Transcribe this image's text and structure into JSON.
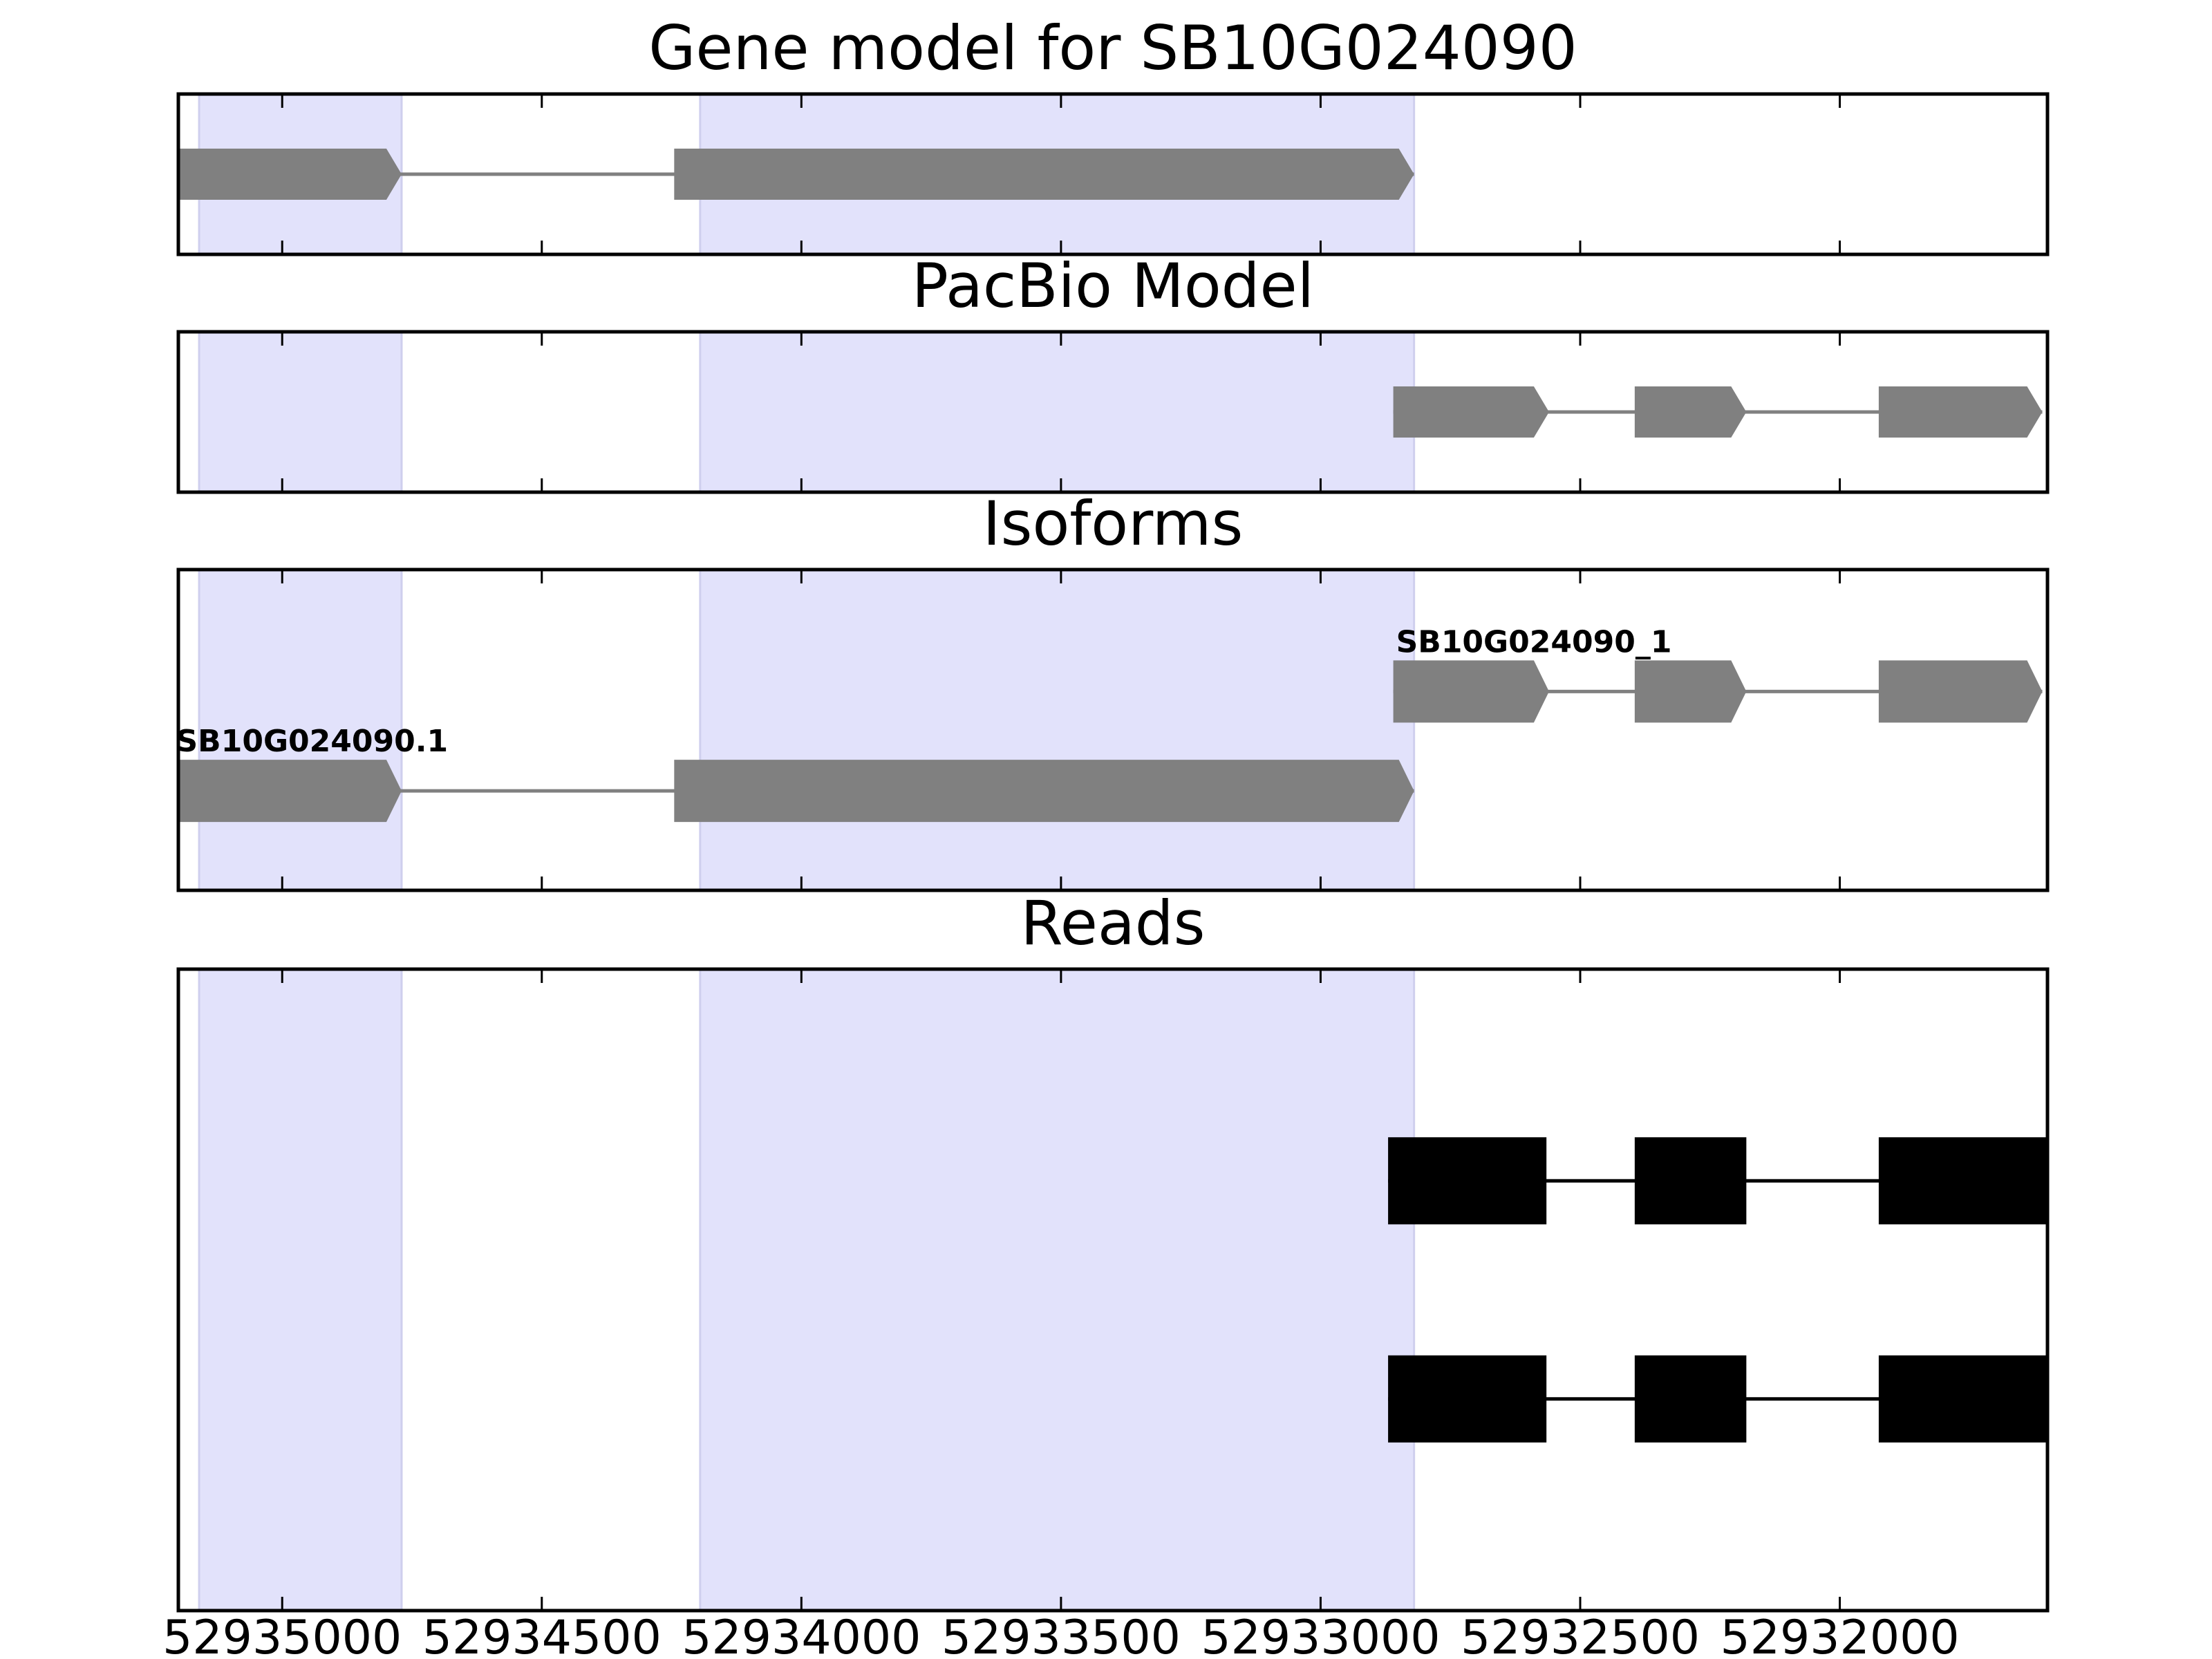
{
  "colors": {
    "highlight": "#e2e2fb",
    "highlight_edge": "#cfcfee",
    "model_feature": "#808080",
    "read_feature": "#000000",
    "frame": "#000000"
  },
  "chart_data": {
    "type": "gene-track",
    "x_axis": {
      "range": [
        52935200,
        52931600
      ],
      "reversed": true,
      "ticks": [
        52935000,
        52934500,
        52934000,
        52933500,
        52933000,
        52932500,
        52932000
      ],
      "tick_labels": [
        "52935000",
        "52934500",
        "52934000",
        "52933500",
        "52933000",
        "52932500",
        "52932000"
      ]
    },
    "highlight_regions": [
      [
        52935160,
        52934770
      ],
      [
        52934195,
        52932820
      ]
    ],
    "panels": [
      {
        "title": "Gene model for SB10G024090",
        "kind": "model",
        "tracks": [
          {
            "label": "",
            "row": 0.5,
            "exons": [
              [
                52935210,
                52934770
              ],
              [
                52934245,
                52932820
              ]
            ]
          }
        ]
      },
      {
        "title": "PacBio Model",
        "kind": "model",
        "tracks": [
          {
            "label": "",
            "row": 0.5,
            "exons": [
              [
                52932860,
                52932560
              ],
              [
                52932395,
                52932180
              ],
              [
                52931925,
                52931610
              ]
            ]
          }
        ]
      },
      {
        "title": "Isoforms",
        "kind": "model",
        "tracks": [
          {
            "label": "SB10G024090_1",
            "row": 0.62,
            "exons": [
              [
                52932860,
                52932560
              ],
              [
                52932395,
                52932180
              ],
              [
                52931925,
                52931610
              ]
            ]
          },
          {
            "label": "SB10G024090.1",
            "row": 0.31,
            "exons": [
              [
                52935210,
                52934770
              ],
              [
                52934245,
                52932820
              ]
            ]
          }
        ]
      },
      {
        "title": "Reads",
        "kind": "reads",
        "tracks": [
          {
            "label": "",
            "row": 0.67,
            "exons": [
              [
                52932870,
                52932565
              ],
              [
                52932395,
                52932180
              ],
              [
                52931925,
                52931600
              ]
            ]
          },
          {
            "label": "",
            "row": 0.33,
            "exons": [
              [
                52932870,
                52932565
              ],
              [
                52932395,
                52932180
              ],
              [
                52931925,
                52931600
              ]
            ]
          }
        ]
      }
    ]
  }
}
